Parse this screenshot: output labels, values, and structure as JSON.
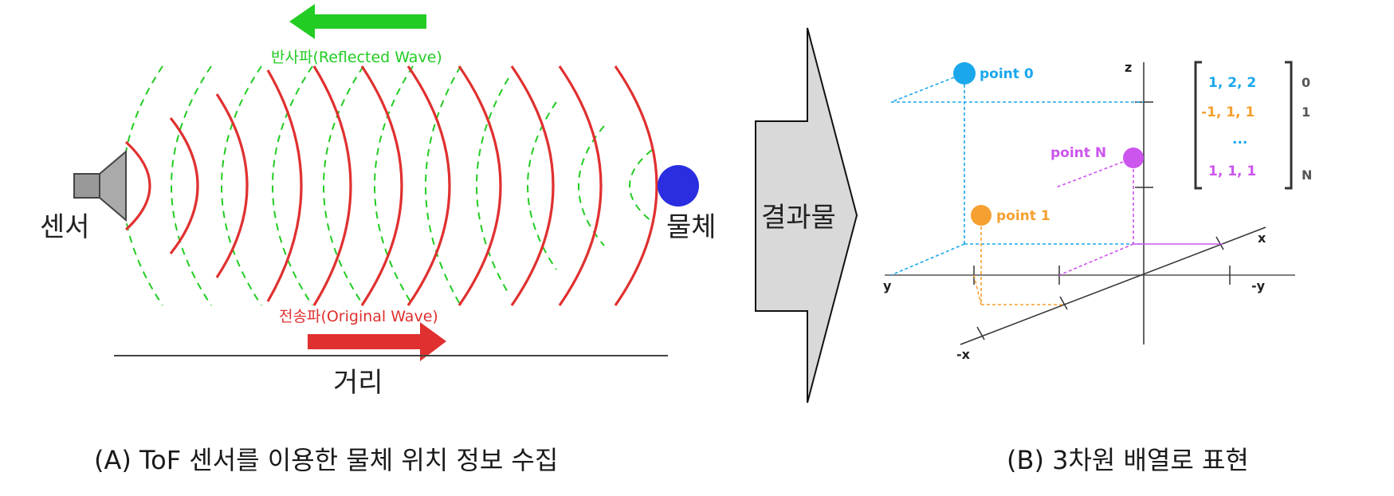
{
  "panel_a": {
    "reflected_label": "반사파(Reflected Wave)",
    "original_label": "전송파(Original Wave)",
    "sensor_label": "센서",
    "object_label": "물체",
    "distance_label": "거리",
    "caption": "(A) ToF 센서를 이용한 물체 위치 정보 수집",
    "colors": {
      "reflected": "#22cc22",
      "original": "#e03030",
      "object": "#2a2ee0",
      "sensor": "#999999"
    }
  },
  "middle": {
    "arrow_label": "결과물",
    "arrow_color": "#d9d9d9"
  },
  "panel_b": {
    "points": [
      {
        "label": "point 0",
        "color": "#1aa7ec"
      },
      {
        "label": "point N",
        "color": "#cc55ee"
      },
      {
        "label": "point 1",
        "color": "#f5a030"
      }
    ],
    "axes": {
      "z": "z",
      "x": "x",
      "neg_x": "-x",
      "y": "y",
      "neg_y": "-y"
    },
    "matrix": {
      "rows": [
        {
          "text": "1,  2,  2",
          "index": "0",
          "color": "#1aa7ec"
        },
        {
          "text": "-1,  1,  1",
          "index": "1",
          "color": "#f5a030"
        },
        {
          "text": "...",
          "index": "",
          "color": "#1aa7ec"
        },
        {
          "text": "1,  1,  1",
          "index": "N",
          "color": "#cc55ee"
        }
      ]
    },
    "caption": "(B) 3차원 배열로 표현"
  }
}
